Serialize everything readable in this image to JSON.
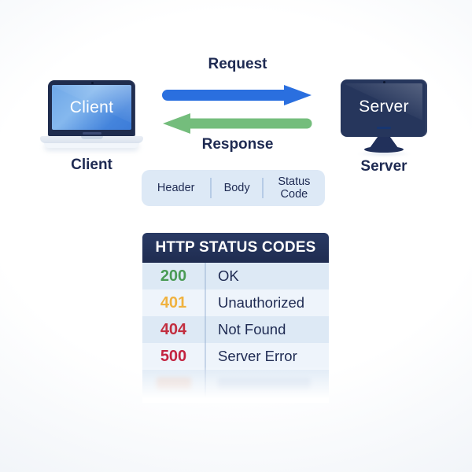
{
  "diagram": {
    "client": {
      "screen_label": "Client",
      "caption": "Client"
    },
    "server": {
      "screen_label": "Server",
      "caption": "Server"
    },
    "request": {
      "label": "Request",
      "arrow_color": "#2a6fdf"
    },
    "response": {
      "label": "Response",
      "arrow_color": "#74bd7c"
    }
  },
  "packet_bar": {
    "segments": [
      {
        "label": "Header"
      },
      {
        "label": "Body"
      },
      {
        "label": "Status Code"
      }
    ]
  },
  "status_table": {
    "title": "HTTP STATUS CODES",
    "rows": [
      {
        "code": "200",
        "label": "OK",
        "code_color": "#4a9b55"
      },
      {
        "code": "401",
        "label": "Unauthorized",
        "code_color": "#f0b23f"
      },
      {
        "code": "404",
        "label": "Not Found",
        "code_color": "#c22e3f"
      },
      {
        "code": "500",
        "label": "Server Error",
        "code_color": "#c32441"
      }
    ]
  },
  "colors": {
    "navy_text": "#1e2a52",
    "bar_background": "#dde9f6",
    "table_header_background": "#22335c",
    "row_light_blue": "#dde9f5",
    "row_near_white": "#eef4fb",
    "device_frame_navy": "#24335a",
    "device_screen_blue": "#3f84dc"
  }
}
